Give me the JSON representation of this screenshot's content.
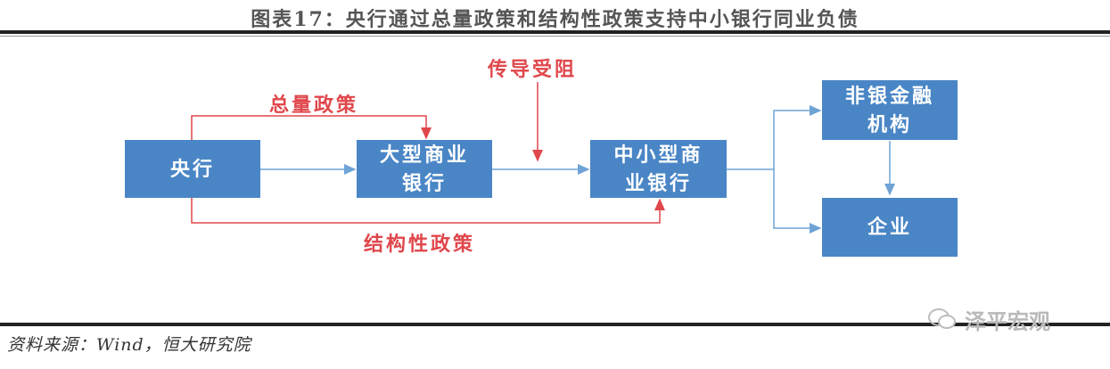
{
  "title": "图表17：央行通过总量政策和结构性政策支持中小银行同业负债",
  "nodes": {
    "central_bank": "央行",
    "large_banks": "大型商业\n银行",
    "small_banks": "中小型商\n业银行",
    "nonbank": "非银金融\n机构",
    "enterprise": "企业"
  },
  "labels": {
    "aggregate_policy": "总量政策",
    "structural_policy": "结构性政策",
    "transmission_blocked": "传导受阻"
  },
  "source": "资料来源：Wind，恒大研究院",
  "watermark": "泽平宏观",
  "colors": {
    "box": "#4a86c6",
    "red": "#e0474c",
    "blue_arrow": "#6fa3d6"
  }
}
